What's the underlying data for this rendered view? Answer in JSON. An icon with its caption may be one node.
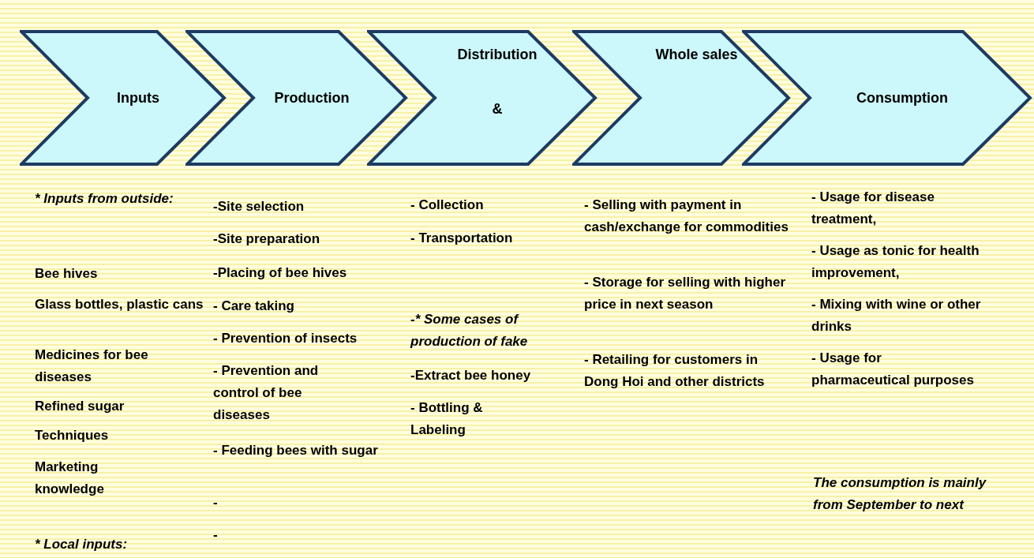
{
  "diagram": {
    "nodes": [
      {
        "text": [
          "Inputs"
        ]
      },
      {
        "text": [
          "Production"
        ]
      },
      {
        "text": [
          "Distribution",
          "&"
        ]
      },
      {
        "text": [
          "Whole sales"
        ]
      },
      {
        "text": [
          "Consumption"
        ]
      }
    ],
    "labels": [
      "* Inputs from outside:",
      "Bee hives",
      "Glass bottles, plastic cans",
      "Medicines for bee diseases",
      "Refined sugar",
      "Techniques",
      "Marketing knowledge",
      "* Local inputs:",
      "-Site selection",
      "-Site preparation",
      "-Placing of bee hives",
      "- Care taking",
      "- Prevention of insects",
      "- Prevention and control of bee diseases",
      "- Feeding bees with sugar",
      "-",
      "-",
      "- Collection",
      "- Transportation",
      "-* Some cases of production of fake",
      "-Extract bee honey",
      "- Bottling & Labeling",
      "- Selling with payment in cash/exchange for commodities",
      "- Storage for selling with higher price in next season",
      "- Retailing for customers in Dong Hoi and other districts",
      "- Usage for disease treatment,",
      "- Usage as tonic for health improvement,",
      "- Mixing with wine or other drinks",
      "- Usage for pharmaceutical purposes",
      "The consumption is mainly from September to next"
    ]
  }
}
